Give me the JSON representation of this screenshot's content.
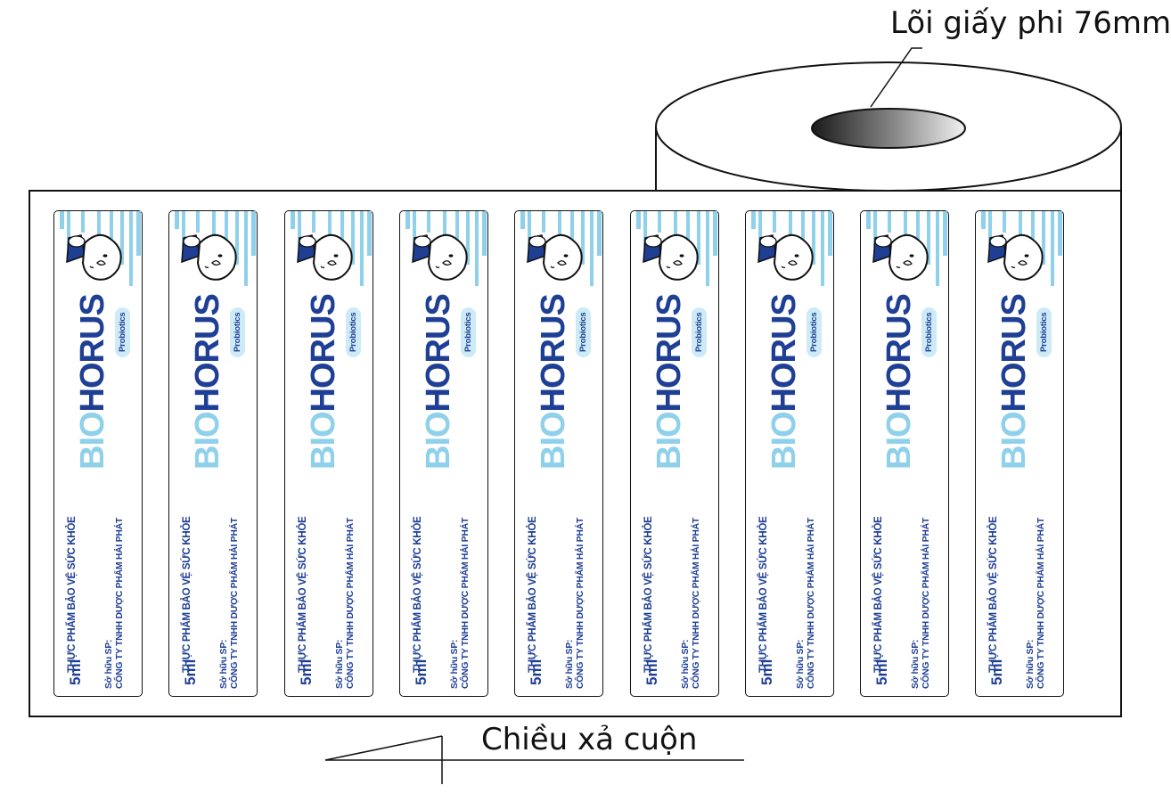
{
  "annotations": {
    "core_label": "Lõi giấy phi 76mm",
    "unwind_label": "Chiều xả cuộn"
  },
  "label": {
    "count": 9,
    "category": "THỰC PHẨM BẢO VỆ SỨC KHỎE",
    "brand_prefix": "BIO",
    "brand_suffix": "HORUS",
    "badge": "Probiotics",
    "volume": "5ml",
    "owner_caption": "Sở hữu SP:",
    "owner_company": "CÔNG TY TNHH DƯỢC PHẨM HẢI PHÁT",
    "mascot_icon": "bird-mascot-icon"
  },
  "colors": {
    "brand_navy": "#1f3f95",
    "brand_light_blue": "#8fd0ea",
    "badge_bg": "#cdeaf7",
    "outline": "#111111"
  }
}
